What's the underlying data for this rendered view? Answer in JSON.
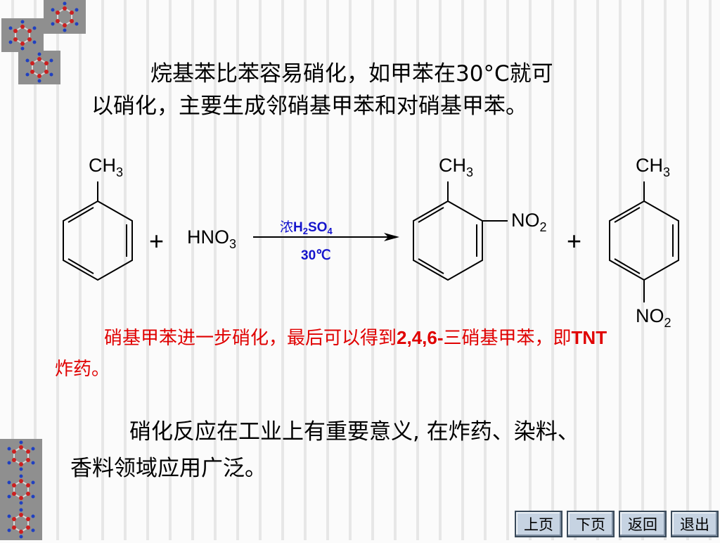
{
  "paragraph1": {
    "line1": "烷基苯比苯容易硝化，如甲苯在30°C就可",
    "line2": "以硝化，主要生成邻硝基甲苯和对硝基甲苯。"
  },
  "reaction": {
    "toluene_substituent": "CH",
    "sub3": "3",
    "plus": "+",
    "reagent": "HNO",
    "condition_top_prefix": "浓",
    "condition_top_formula": "H",
    "sub2": "2",
    "so": "SO",
    "sub4": "4",
    "condition_bottom": "30℃",
    "no": "NO",
    "product_ortho_substituent": "NO",
    "product_para_substituent": "NO"
  },
  "note": {
    "part1": "硝基甲苯进一步硝化，最后可以得到",
    "bold1": "2,4,6-",
    "part2": "三硝基甲苯，即",
    "bold2": "TNT",
    "part3": "炸药。"
  },
  "paragraph3": {
    "line1": "硝化反应在工业上有重要意义, 在炸药、染料、",
    "line2": "香料领域应用广泛。"
  },
  "nav": {
    "prev": "上页",
    "next": "下页",
    "back": "返回",
    "exit": "退出"
  },
  "colors": {
    "note_text": "#e00000",
    "condition_text": "#1515cc",
    "nav_button": "#c6d3e2"
  }
}
